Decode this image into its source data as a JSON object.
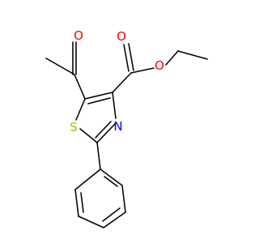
{
  "atoms": {
    "carbonyl_oxygen_acetyl": {
      "label": "O",
      "color": "#ff0000"
    },
    "carbonyl_oxygen_ester": {
      "label": "O",
      "color": "#ff0000"
    },
    "ester_oxygen": {
      "label": "O",
      "color": "#ff0000"
    },
    "ring_nitrogen": {
      "label": "N",
      "color": "#0000ff"
    },
    "ring_sulfur": {
      "label": "S",
      "color": "#b8b800"
    }
  }
}
